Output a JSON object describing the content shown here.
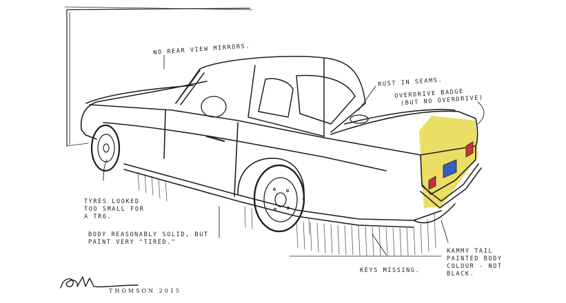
{
  "annotations": {
    "mirrors": "No rear view mirrors.",
    "rust": "Rust in seams.",
    "overdrive_line1": "Overdrive badge",
    "overdrive_line2": "(but no overdrive)",
    "tires_line1": "Tyres looked",
    "tires_line2": "too small for",
    "tires_line3": "a TR6.",
    "body_line1": "Body reasonably solid, but",
    "body_line2": "paint very \"tired.\"",
    "keys": "Keys missing.",
    "tail_line1": "Kammy tail",
    "tail_line2": "painted body",
    "tail_line3": "colour - not",
    "tail_line4": "black."
  },
  "signature": {
    "name": "Thomson",
    "year": "2015"
  },
  "colors": {
    "highlight": "#e8d84a",
    "ink": "#1e1e1e",
    "taillight": "#c8323c",
    "plate": "#3a5cc0"
  }
}
